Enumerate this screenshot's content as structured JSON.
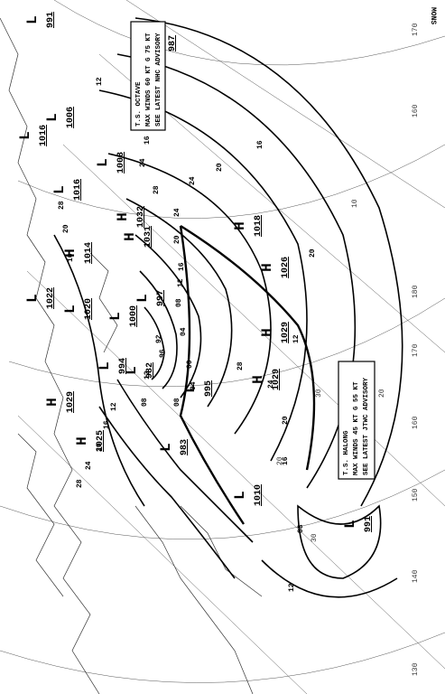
{
  "corner_label": "MONS",
  "pressure_centers": [
    {
      "type": "L",
      "value": "991"
    },
    {
      "type": "L",
      "value": "1016"
    },
    {
      "type": "L",
      "value": "1006"
    },
    {
      "type": "L",
      "value": "1008"
    },
    {
      "type": "H",
      "value": "1032"
    },
    {
      "type": "H",
      "value": "1031"
    },
    {
      "type": "L",
      "value": "1016"
    },
    {
      "type": "H",
      "value": "1014"
    },
    {
      "type": "L",
      "value": "1022"
    },
    {
      "type": "L",
      "value": "1020"
    },
    {
      "type": "L",
      "value": "1000"
    },
    {
      "type": "L",
      "value": "997"
    },
    {
      "type": "L",
      "value": "994"
    },
    {
      "type": "L",
      "value": "982"
    },
    {
      "type": "H",
      "value": "1029"
    },
    {
      "type": "H",
      "value": "1029"
    },
    {
      "type": "H",
      "value": "1029"
    },
    {
      "type": "H",
      "value": "1025"
    },
    {
      "type": "L",
      "value": "983"
    },
    {
      "type": "L",
      "value": "995"
    },
    {
      "type": "L",
      "value": "1010"
    },
    {
      "type": "H",
      "value": "1018"
    },
    {
      "type": "H",
      "value": "1026"
    },
    {
      "type": "L",
      "value": "991"
    },
    {
      "type": "L",
      "value": "987"
    }
  ],
  "storm_boxes": [
    {
      "lines": [
        "T.S. OCTAVE",
        "MAX WINDS 60 KT G 75 KT",
        "SEE LATEST NHC ADVISORY"
      ]
    },
    {
      "lines": [
        "T.S. HALONG",
        "MAX WINDS 45 KT G 55 KT",
        "SEE LATEST JTWC ADVISORY"
      ]
    }
  ],
  "contour_labels": [
    "12",
    "16",
    "20",
    "24",
    "28",
    "20",
    "24",
    "16",
    "12",
    "20",
    "08",
    "12",
    "16",
    "20",
    "24",
    "28",
    "04",
    "08",
    "96",
    "92",
    "00",
    "04",
    "08",
    "12",
    "16",
    "20",
    "24",
    "12",
    "08",
    "12",
    "16",
    "20",
    "24",
    "28",
    "16",
    "20",
    "28"
  ],
  "longitude_labels": [
    "170",
    "180",
    "170",
    "160",
    "150",
    "140",
    "130",
    "160"
  ],
  "latitude_labels": [
    "30",
    "20",
    "10",
    "20",
    "30"
  ]
}
